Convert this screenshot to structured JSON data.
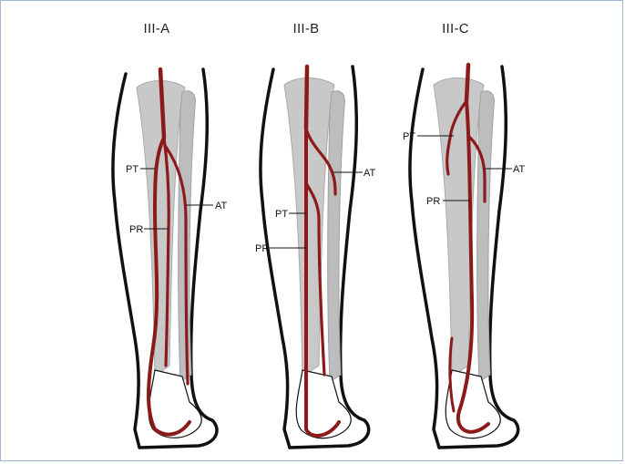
{
  "colors": {
    "artery": "#8c1a1a",
    "bone": "#c8c8c8",
    "bone_edge": "#a0a0a0",
    "outline": "#111111",
    "frame": "#9fb6d6"
  },
  "panels": [
    {
      "title": "III-A",
      "labels": {
        "pt": "PT",
        "pr": "PR",
        "at": "AT"
      }
    },
    {
      "title": "III-B",
      "labels": {
        "pt": "PT",
        "pr": "PR",
        "at": "AT"
      }
    },
    {
      "title": "III-C",
      "labels": {
        "pt": "PT",
        "pr": "PR",
        "at": "AT"
      }
    }
  ]
}
